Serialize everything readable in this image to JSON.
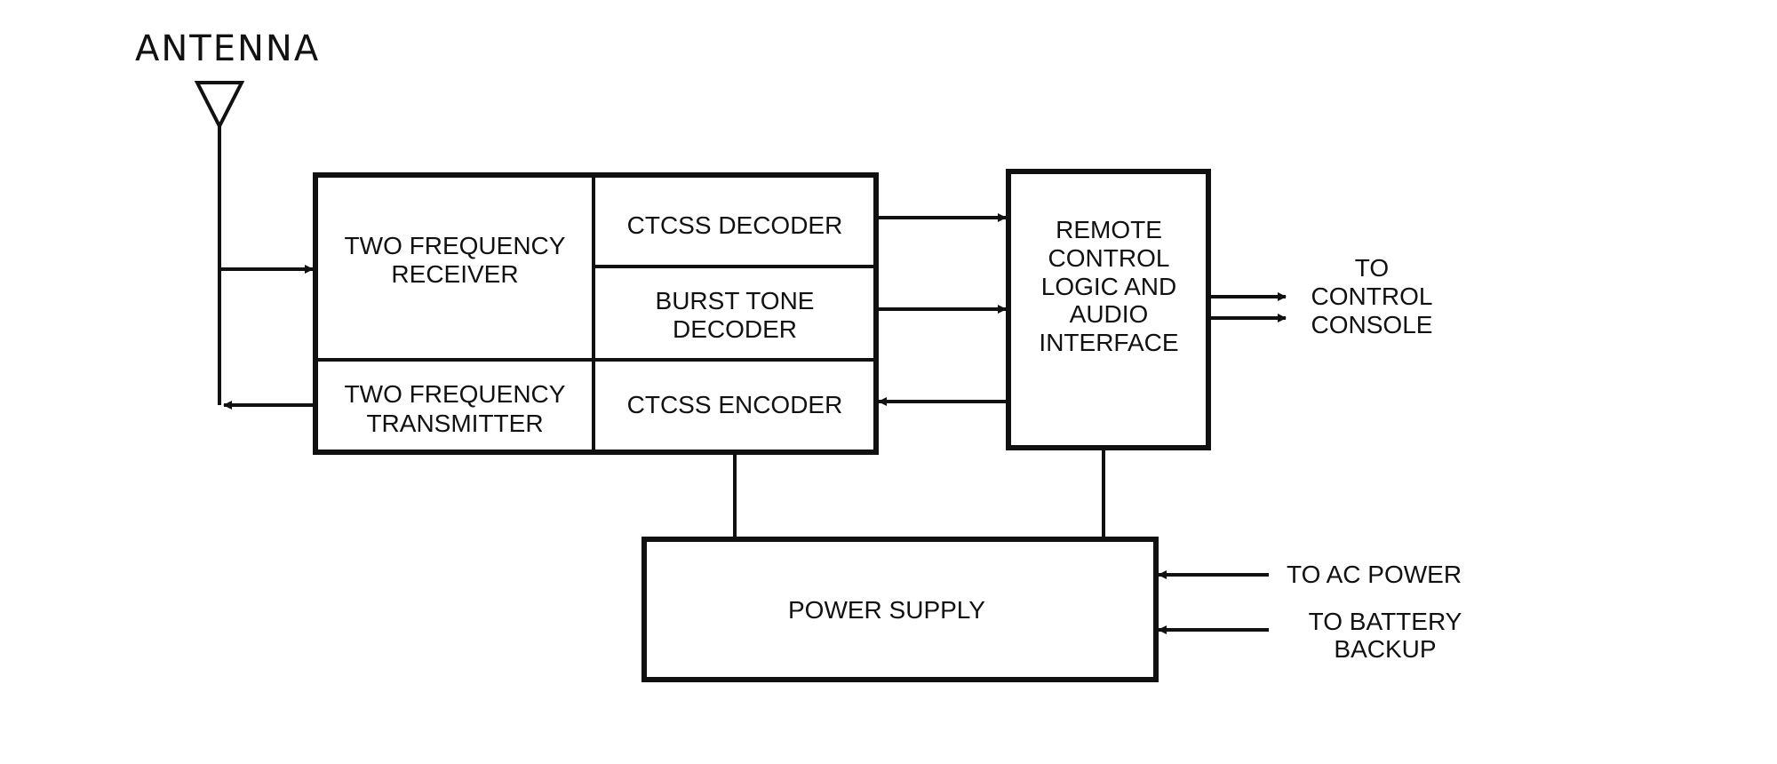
{
  "antenna": {
    "label": "ANTENNA"
  },
  "blocks": {
    "receiver": {
      "line1": "TWO FREQUENCY",
      "line2": "RECEIVER"
    },
    "transmitter": {
      "line1": "TWO FREQUENCY",
      "line2": "TRANSMITTER"
    },
    "ctcss_decoder": {
      "line1": "CTCSS DECODER"
    },
    "burst_tone_decoder": {
      "line1": "BURST TONE",
      "line2": "DECODER"
    },
    "ctcss_encoder": {
      "line1": "CTCSS ENCODER"
    },
    "remote_control": {
      "line1": "REMOTE",
      "line2": "CONTROL",
      "line3": "LOGIC AND",
      "line4": "AUDIO",
      "line5": "INTERFACE"
    },
    "power_supply": {
      "line1": "POWER SUPPLY"
    }
  },
  "outputs": {
    "control_console": {
      "line1": "TO",
      "line2": "CONTROL",
      "line3": "CONSOLE"
    }
  },
  "inputs": {
    "ac_power": {
      "line1": "TO AC POWER"
    },
    "battery_backup": {
      "line1": "TO BATTERY",
      "line2": "BACKUP"
    }
  }
}
